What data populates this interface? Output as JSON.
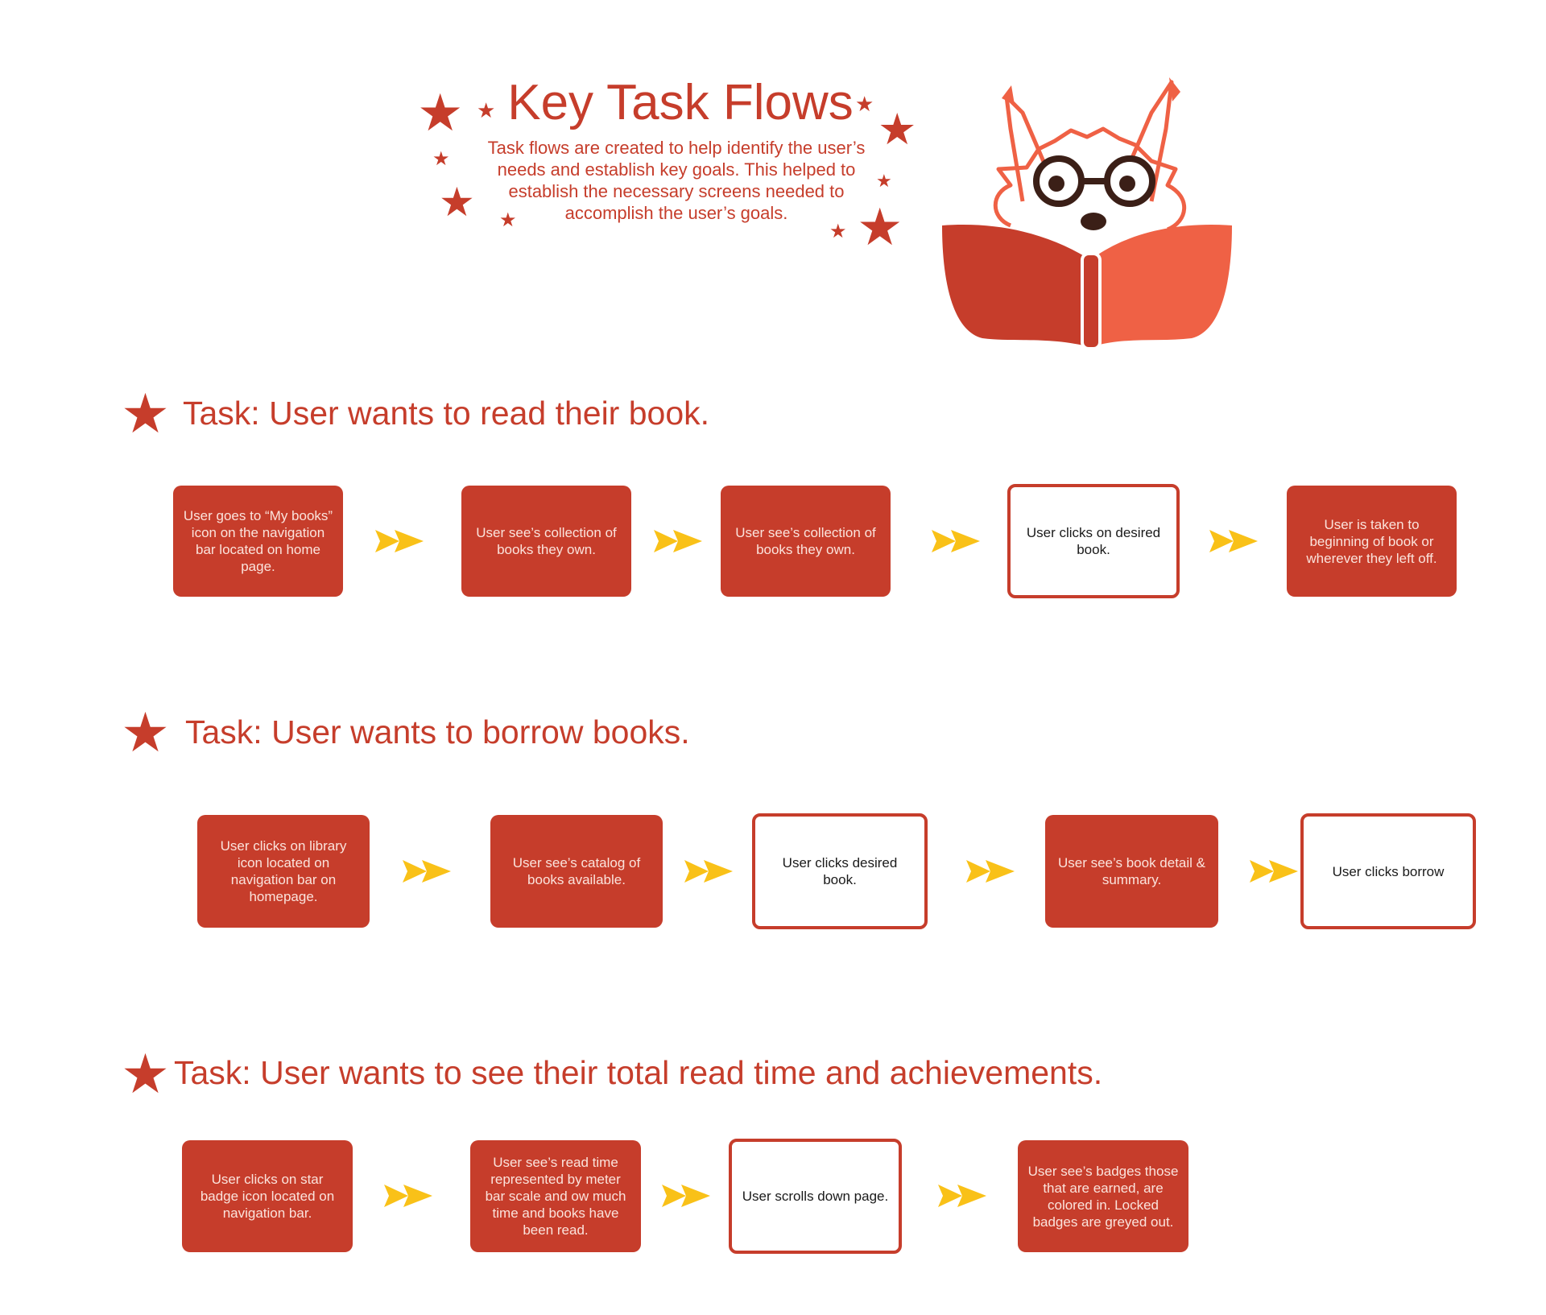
{
  "header": {
    "title": "Key Task Flows",
    "intro": "Task flows are created to help identify the user’s needs and establish key goals. This helped to establish the necessary screens needed to accomplish the user’s goals."
  },
  "colors": {
    "accent": "#c63d2b",
    "accent_light": "#ef6145",
    "arrow": "#f9c118"
  },
  "tasks": [
    {
      "heading": "Task: User wants to read their book.",
      "steps": [
        {
          "text": "User goes to “My books” icon on the navigation bar located on home page.",
          "style": "filled"
        },
        {
          "text": "User see’s collection of books they own.",
          "style": "filled"
        },
        {
          "text": "User see’s collection of books they own.",
          "style": "filled"
        },
        {
          "text": "User clicks on desired book.",
          "style": "outline"
        },
        {
          "text": "User is taken to beginning of book or wherever they left off.",
          "style": "filled"
        }
      ]
    },
    {
      "heading": "Task: User wants to borrow books.",
      "steps": [
        {
          "text": "User clicks on library icon located on navigation bar on homepage.",
          "style": "filled"
        },
        {
          "text": "User see’s catalog of books available.",
          "style": "filled"
        },
        {
          "text": "User clicks desired book.",
          "style": "outline"
        },
        {
          "text": "User see’s book detail & summary.",
          "style": "filled"
        },
        {
          "text": "User clicks borrow",
          "style": "outline"
        }
      ]
    },
    {
      "heading": "Task:  User wants to see their total read time and achievements.",
      "steps": [
        {
          "text": "User clicks on star badge icon located on navigation bar.",
          "style": "filled"
        },
        {
          "text": "User see’s read time represented by meter bar scale and ow much time and books have been read.",
          "style": "filled"
        },
        {
          "text": "User scrolls down page.",
          "style": "outline"
        },
        {
          "text": "User see’s badges those that are earned, are colored in. Locked badges are greyed out.",
          "style": "filled"
        }
      ]
    }
  ]
}
